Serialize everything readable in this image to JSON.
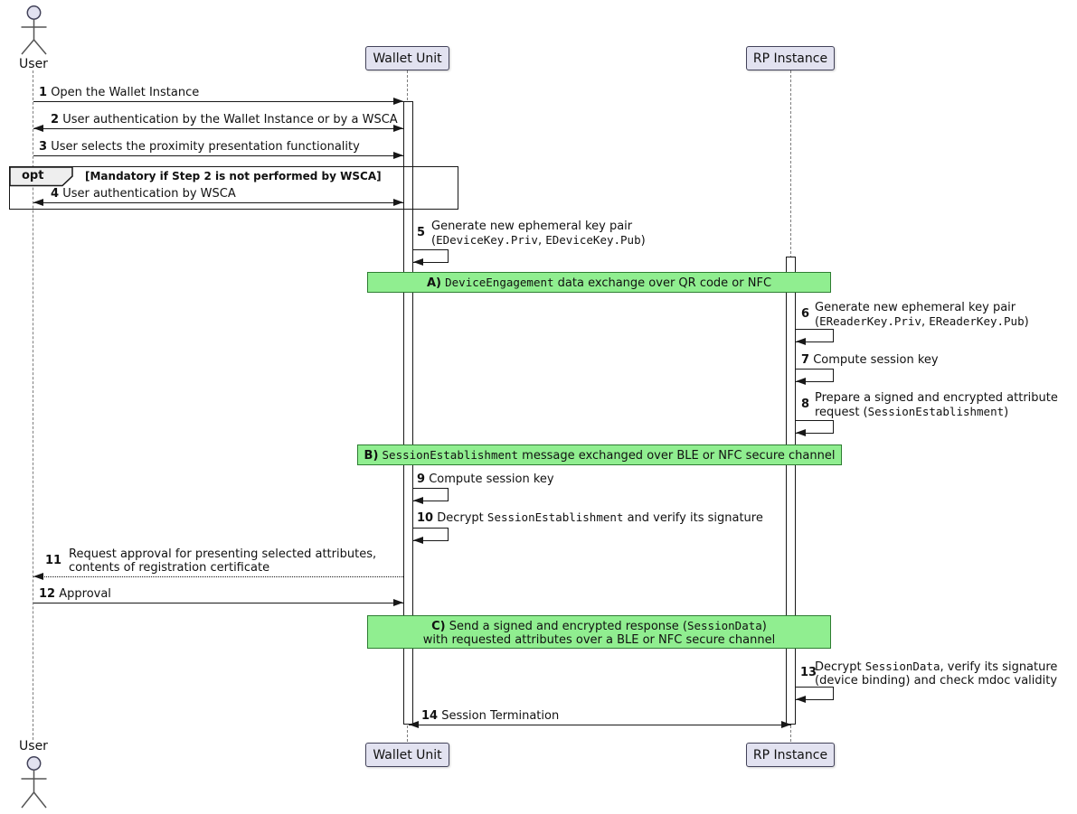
{
  "diagram": {
    "participants": {
      "user": {
        "label": "User"
      },
      "wallet": {
        "label": "Wallet Unit"
      },
      "rp": {
        "label": "RP Instance"
      }
    },
    "fragment": {
      "keyword": "opt",
      "guard": "[Mandatory if Step 2 is not performed by WSCA]"
    },
    "messages": {
      "m1": {
        "num": "1",
        "text": "Open the Wallet Instance"
      },
      "m2": {
        "num": "2",
        "text": "User authentication by the Wallet Instance or by a WSCA"
      },
      "m3": {
        "num": "3",
        "text": "User selects the proximity presentation functionality"
      },
      "m4": {
        "num": "4",
        "text": "User authentication by WSCA"
      },
      "m5": {
        "num": "5",
        "line1": "Generate new ephemeral key pair",
        "line2_pre": "(",
        "line2_mono1": "EDeviceKey.Priv",
        "line2_mid": ", ",
        "line2_mono2": "EDeviceKey.Pub",
        "line2_post": ")"
      },
      "m6": {
        "num": "6",
        "line1": "Generate new ephemeral key pair",
        "line2_pre": "(",
        "line2_mono1": "EReaderKey.Priv",
        "line2_mid": ", ",
        "line2_mono2": "EReaderKey.Pub",
        "line2_post": ")"
      },
      "m7": {
        "num": "7",
        "text": "Compute session key"
      },
      "m8": {
        "num": "8",
        "line1": "Prepare a signed and encrypted attribute",
        "line2_pre": "request (",
        "line2_mono": "SessionEstablishment",
        "line2_post": ")"
      },
      "m9": {
        "num": "9",
        "text": "Compute session key"
      },
      "m10": {
        "num": "10",
        "pre": "Decrypt ",
        "mono": "SessionEstablishment",
        "post": " and verify its signature"
      },
      "m11": {
        "num": "11",
        "line1": "Request approval for presenting selected attributes,",
        "line2": "contents of registration certificate"
      },
      "m12": {
        "num": "12",
        "text": "Approval"
      },
      "m13": {
        "num": "13",
        "line1_pre": "Decrypt ",
        "line1_mono": "SessionData",
        "line1_post": ", verify its signature",
        "line2": "(device binding) and check mdoc validity"
      },
      "m14": {
        "num": "14",
        "text": "Session Termination"
      }
    },
    "bands": {
      "a": {
        "prefix": "A)",
        "pre": " ",
        "mono": "DeviceEngagement",
        "post": " data exchange over QR code or NFC"
      },
      "b": {
        "prefix": "B)",
        "pre": " ",
        "mono": "SessionEstablishment",
        "post": " message exchanged over BLE or NFC secure channel"
      },
      "c": {
        "prefix": "C)",
        "line1_pre": " Send a signed and encrypted response (",
        "line1_mono": "SessionData",
        "line1_post": ")",
        "line2": "with requested attributes over a BLE or NFC secure channel"
      }
    },
    "colors": {
      "band_fill": "#90EE90",
      "band_border": "#2E7D32",
      "participant_fill": "#E2E2F0",
      "line": "#181818",
      "lifeline": "#7E7E7E"
    }
  }
}
